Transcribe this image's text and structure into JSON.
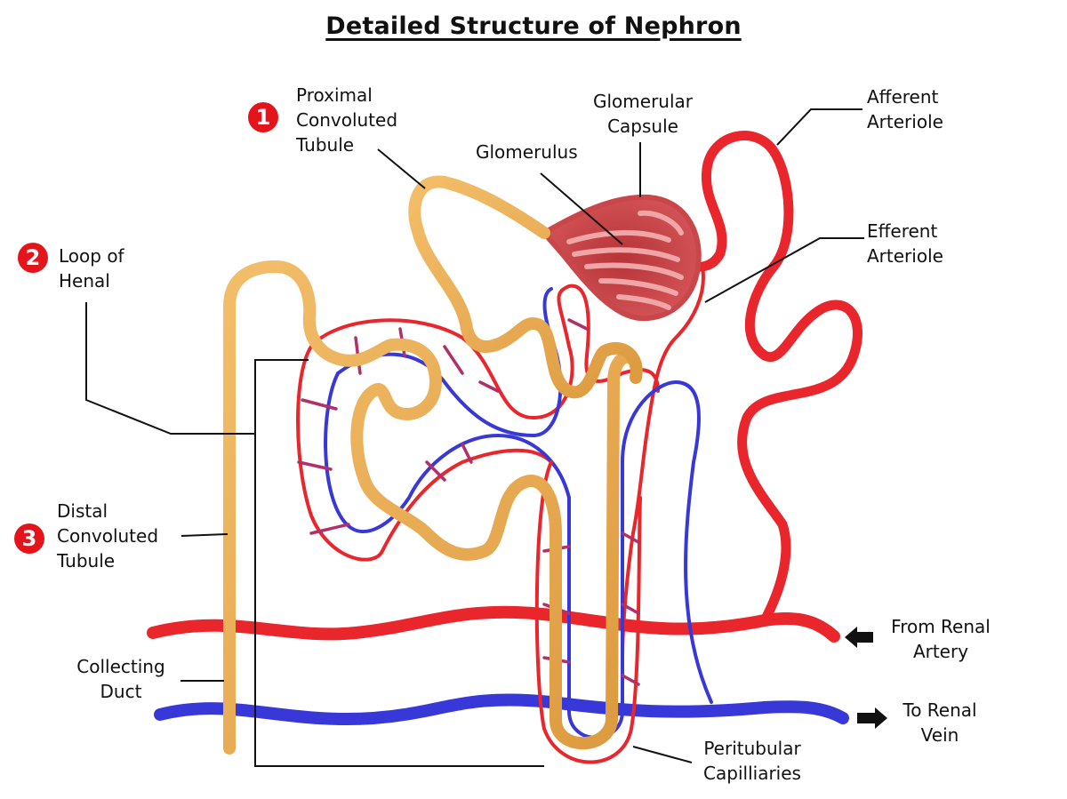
{
  "title": "Detailed Structure of Nephron",
  "colors": {
    "tubule": "#e9a74a",
    "artery": "#e8262c",
    "vein": "#3838d8",
    "capsule": "#c9474a",
    "glomerulus": "#e98a8c",
    "badge": "#e4141b",
    "leader_line": "#111111"
  },
  "numbered_labels": [
    {
      "number": "1",
      "text": "Proximal\nConvoluted\nTubule"
    },
    {
      "number": "2",
      "text": "Loop of\nHenal"
    },
    {
      "number": "3",
      "text": "Distal\nConvoluted\nTubule"
    }
  ],
  "labels": {
    "glomerulus": "Glomerulus",
    "glomerular_capsule": "Glomerular\nCapsule",
    "afferent_arteriole": "Afferent\nArteriole",
    "efferent_arteriole": "Efferent\nArteriole",
    "collecting_duct": "Collecting\nDuct",
    "from_renal_artery": "From Renal\nArtery",
    "to_renal_vein": "To Renal\nVein",
    "peritubular_capillaries": "Peritubular\nCapilliaries"
  },
  "arrows": {
    "from_renal_artery": "left-arrow-icon",
    "to_renal_vein": "right-arrow-icon"
  }
}
